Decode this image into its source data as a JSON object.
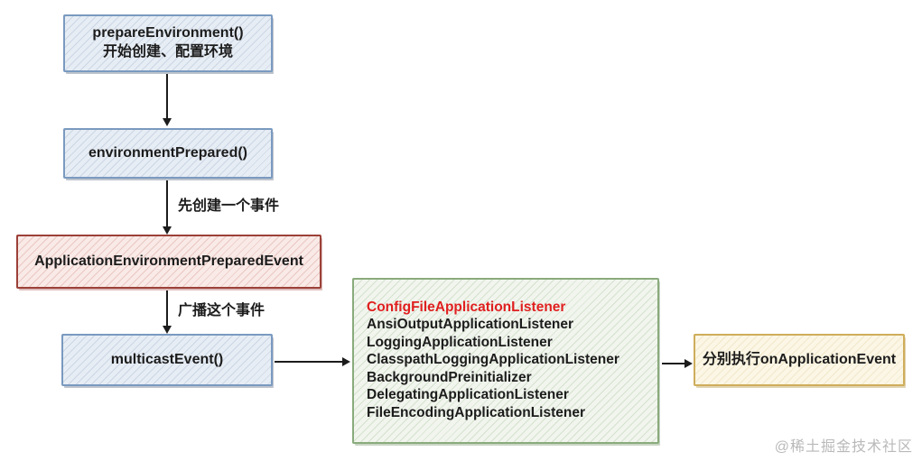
{
  "diagram": {
    "nodes": {
      "prepare_environment": {
        "line1": "prepareEnvironment()",
        "line2": "开始创建、配置环境"
      },
      "environment_prepared": {
        "label": "environmentPrepared()"
      },
      "prepared_event": {
        "label": "ApplicationEnvironmentPreparedEvent"
      },
      "multicast_event": {
        "label": "multicastEvent()"
      },
      "listeners": {
        "items": [
          "ConfigFileApplicationListener",
          "AnsiOutputApplicationListener",
          "LoggingApplicationListener",
          "ClasspathLoggingApplicationListener",
          "BackgroundPreinitializer",
          "DelegatingApplicationListener",
          "FileEncodingApplicationListener"
        ],
        "highlighted_item": "ConfigFileApplicationListener"
      },
      "execute_listeners": {
        "label": "分别执行onApplicationEvent"
      }
    },
    "edge_labels": {
      "create_event": "先创建一个事件",
      "broadcast_event": "广播这个事件"
    },
    "colors": {
      "blue_border": "#7a9ac0",
      "blue_fill": "#e7edf4",
      "red_border": "#9c4138",
      "red_fill": "#f9eae7",
      "green_border": "#8aab7c",
      "green_fill": "#f1f5ee",
      "yellow_border": "#cfad5a",
      "yellow_fill": "#fbf6e5",
      "highlight_text": "#e01f1f",
      "arrow": "#1c1c1c"
    },
    "watermark": "@稀土掘金技术社区"
  }
}
